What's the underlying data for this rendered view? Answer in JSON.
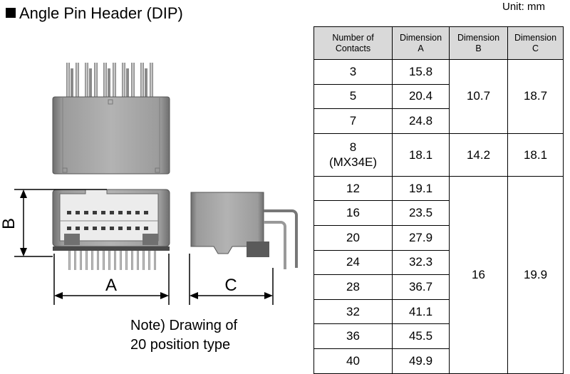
{
  "title": "Angle Pin Header (DIP)",
  "unit_label": "Unit: mm",
  "note": {
    "line1": "Note) Drawing of",
    "line2": "20 position type"
  },
  "drawing_labels": {
    "a": "A",
    "b": "B",
    "c": "C"
  },
  "table": {
    "headers": [
      {
        "line1": "Number of",
        "line2": "Contacts"
      },
      {
        "line1": "Dimension",
        "line2": "A"
      },
      {
        "line1": "Dimension",
        "line2": "B"
      },
      {
        "line1": "Dimension",
        "line2": "C"
      }
    ],
    "rows": [
      {
        "contacts": "3",
        "a": "15.8"
      },
      {
        "contacts": "5",
        "a": "20.4"
      },
      {
        "contacts": "7",
        "a": "24.8"
      },
      {
        "contacts": "8",
        "contacts_sub": "(MX34E)",
        "a": "18.1"
      },
      {
        "contacts": "12",
        "a": "19.1"
      },
      {
        "contacts": "16",
        "a": "23.5"
      },
      {
        "contacts": "20",
        "a": "27.9"
      },
      {
        "contacts": "24",
        "a": "32.3"
      },
      {
        "contacts": "28",
        "a": "36.7"
      },
      {
        "contacts": "32",
        "a": "41.1"
      },
      {
        "contacts": "36",
        "a": "45.5"
      },
      {
        "contacts": "40",
        "a": "49.9"
      }
    ],
    "groups": [
      {
        "b": "10.7",
        "c": "18.7"
      },
      {
        "b": "14.2",
        "c": "18.1"
      },
      {
        "b": "16",
        "c": "19.9"
      }
    ]
  }
}
